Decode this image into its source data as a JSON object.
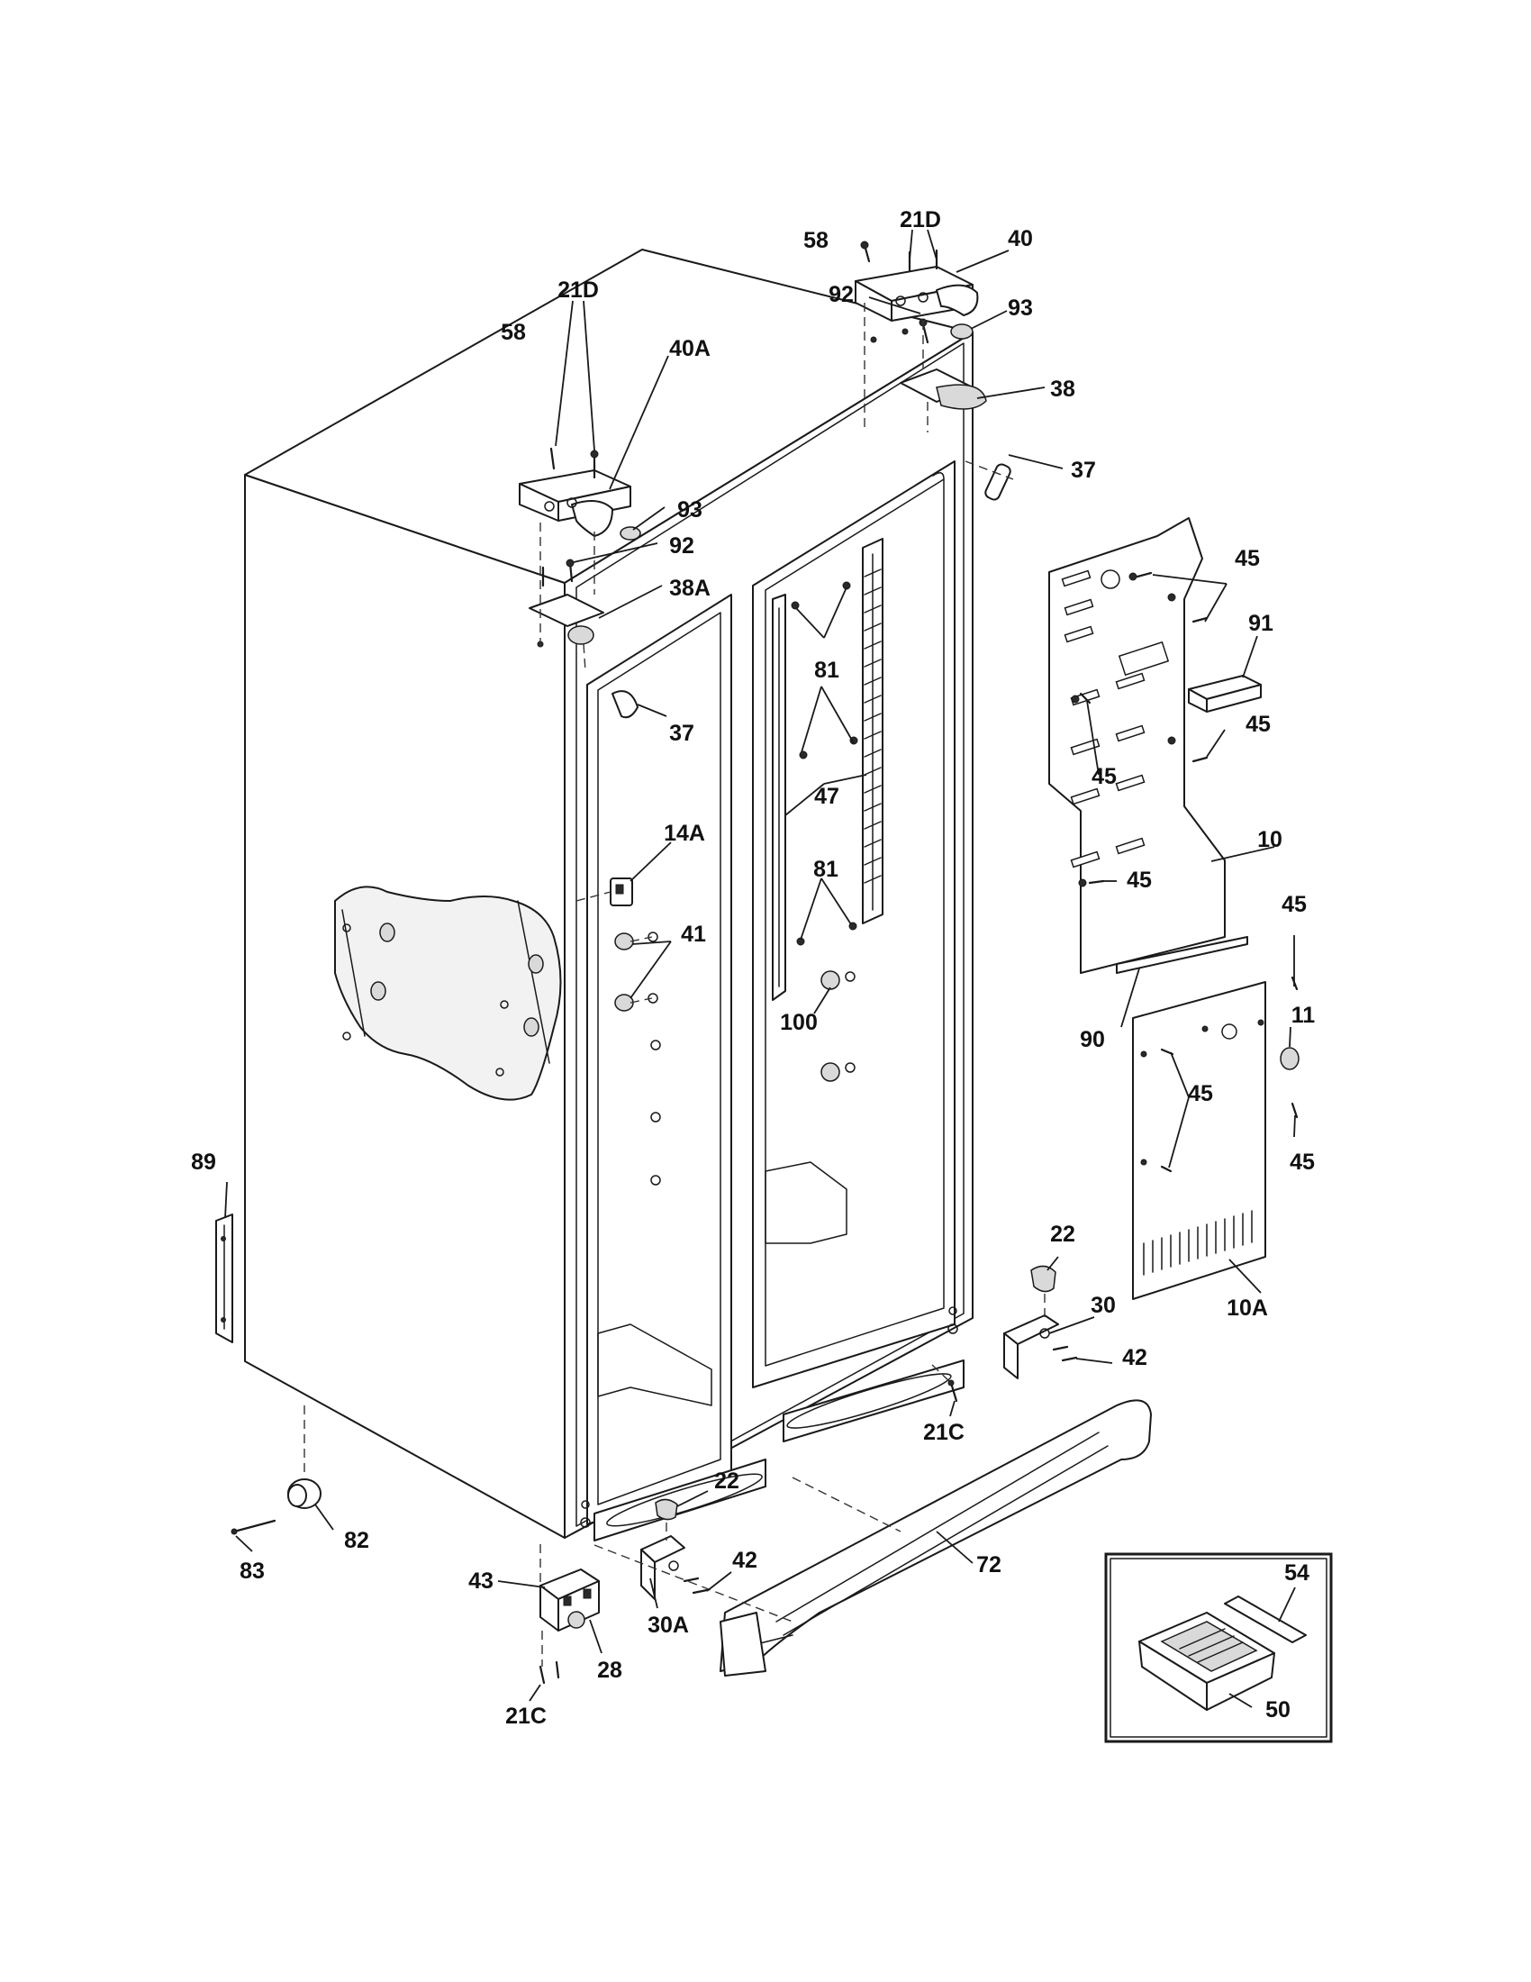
{
  "callouts": {
    "c58_top": "58",
    "c21d_top": "21D",
    "c40": "40",
    "c93_top": "93",
    "c92_top": "92",
    "c38": "38",
    "c37_top": "37",
    "c58_left": "58",
    "c21d_left": "21D",
    "c40a": "40A",
    "c93_left": "93",
    "c92_left": "92",
    "c38a": "38A",
    "c37_inner": "37",
    "c81_a": "81",
    "c47": "47",
    "c14a": "14A",
    "c41": "41",
    "c81_b": "81",
    "c100": "100",
    "c45_a": "45",
    "c91": "91",
    "c45_b": "45",
    "c45_c": "45",
    "c10": "10",
    "c45_d": "45",
    "c45_e": "45",
    "c11": "11",
    "c90": "90",
    "c45_f": "45",
    "c45_g": "45",
    "c10a": "10A",
    "c22_right": "22",
    "c30": "30",
    "c42_right": "42",
    "c21c_mid": "21C",
    "c89": "89",
    "c82": "82",
    "c83": "83",
    "c22_left": "22",
    "c42_left": "42",
    "c30a": "30A",
    "c43": "43",
    "c28": "28",
    "c21c_bottom": "21C",
    "c72": "72",
    "c54": "54",
    "c50": "50"
  },
  "parts": {
    "cabinet": "refrigerator-cabinet",
    "panel_upper": "rear-cover-panel",
    "panel_lower": "machine-compartment-cover",
    "grille": "toe-grille",
    "inset_box": "ice-container-inset"
  }
}
